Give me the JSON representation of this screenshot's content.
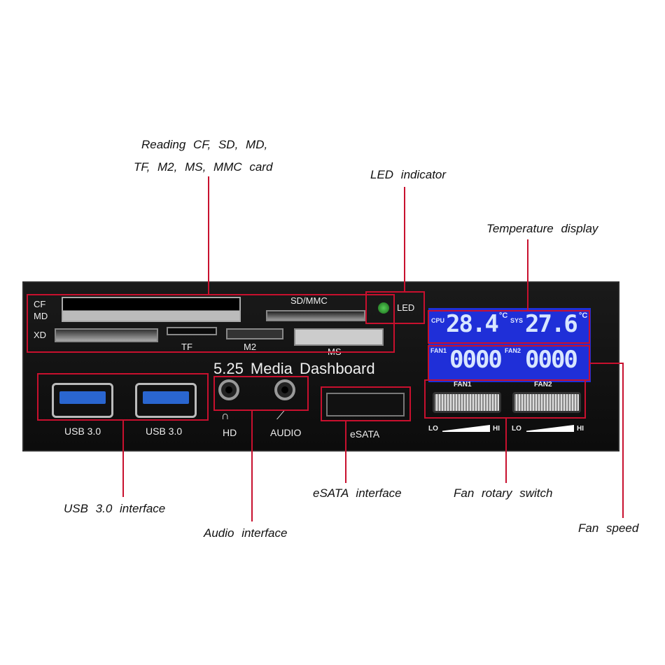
{
  "callouts": {
    "card_reader_line1": "Reading CF, SD, MD,",
    "card_reader_line2": "TF, M2, MS, MMC card",
    "led": "LED indicator",
    "temperature": "Temperature display",
    "fan_speed": "Fan speed",
    "fan_rotary": "Fan rotary switch",
    "esata": "eSATA interface",
    "audio": "Audio interface",
    "usb": "USB 3.0 interface"
  },
  "panel": {
    "cf": "CF",
    "md": "MD",
    "xd": "XD",
    "sdmmc": "SD/MMC",
    "led": "LED",
    "tf": "TF",
    "m2": "M2",
    "ms": "MS",
    "title": "5.25  Media  Dashboard",
    "usb1": "USB 3.0",
    "usb2": "USB 3.0",
    "hd": "HD",
    "audio": "AUDIO",
    "esata": "eSATA",
    "lcd": {
      "cpu_label": "CPU",
      "cpu_temp": "28.4",
      "sys_label": "SYS",
      "sys_temp": "27.6",
      "unit": "°C",
      "fan1_label": "FAN1",
      "fan1_speed": "0000",
      "fan2_label": "FAN2",
      "fan2_speed": "0000"
    },
    "fan1": "FAN1",
    "fan2": "FAN2",
    "lo": "LO",
    "hi": "HI"
  },
  "colors": {
    "callout": "#c8102e",
    "lcd": "#1f2fd8",
    "led": "#2aa52a"
  }
}
